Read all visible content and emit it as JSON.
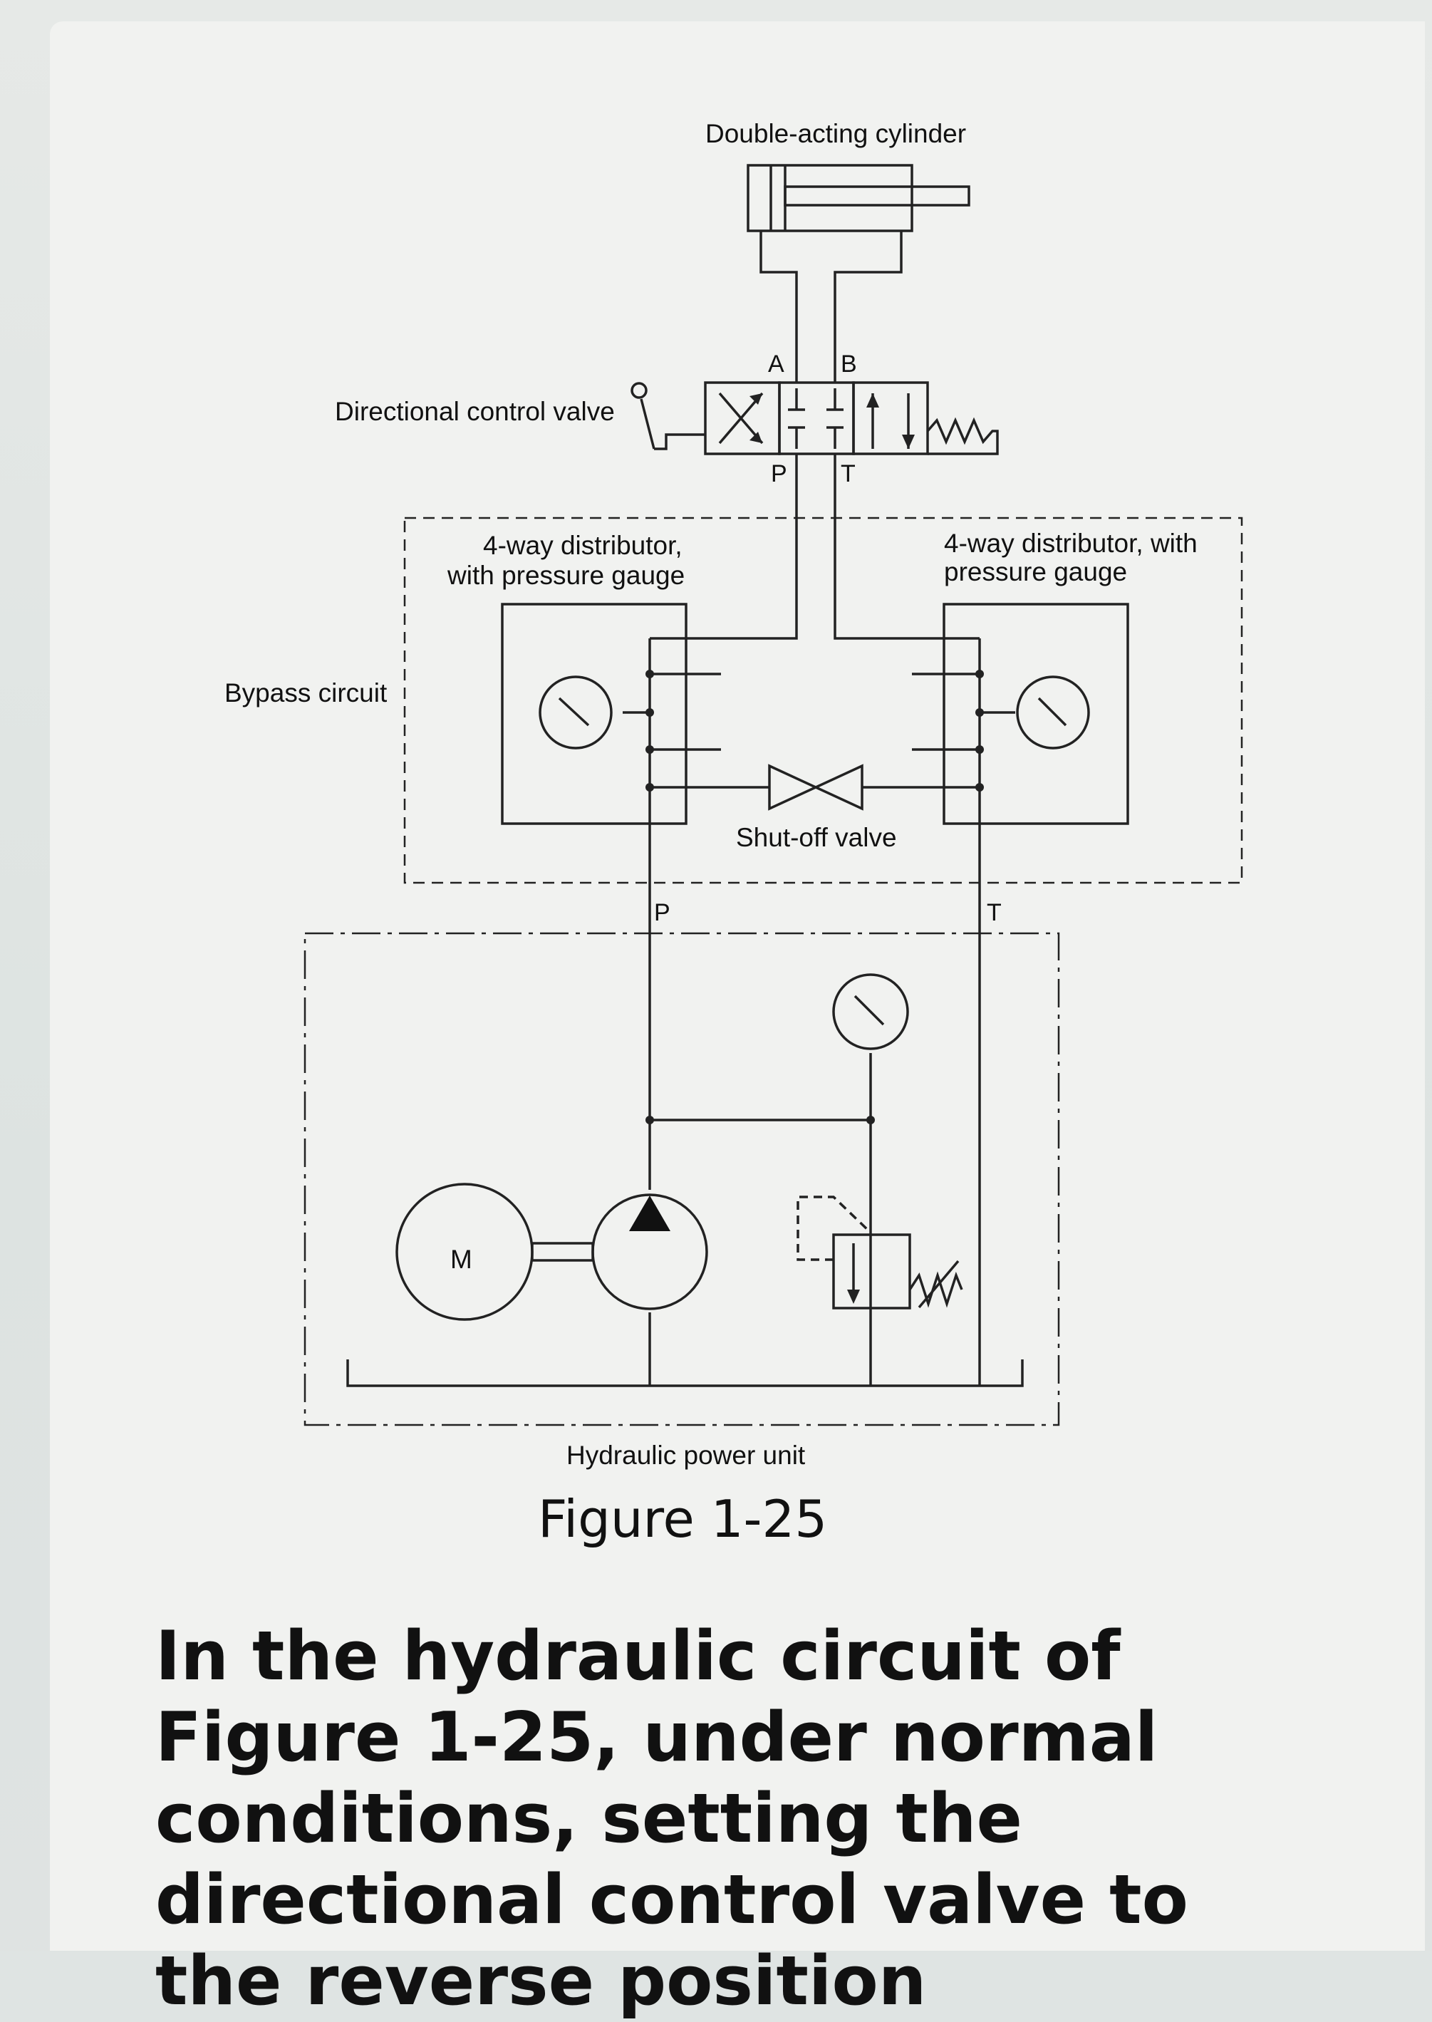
{
  "diagram": {
    "labels": {
      "cylinder": "Double-acting cylinder",
      "dcv": "Directional control valve",
      "port_a": "A",
      "port_b": "B",
      "port_p_valve": "P",
      "port_t_valve": "T",
      "distributor_left_1": "4-way distributor,",
      "distributor_left_2": "with pressure gauge",
      "distributor_right_1": "4-way distributor, with",
      "distributor_right_2": "pressure gauge",
      "bypass": "Bypass circuit",
      "shutoff": "Shut-off valve",
      "port_p_unit": "P",
      "port_t_unit": "T",
      "motor": "M",
      "power_unit": "Hydraulic power unit"
    }
  },
  "figure_caption": "Figure 1-25",
  "question": "In the hydraulic circuit of Figure 1-25, under normal conditions, setting the directional control valve to the reverse position"
}
